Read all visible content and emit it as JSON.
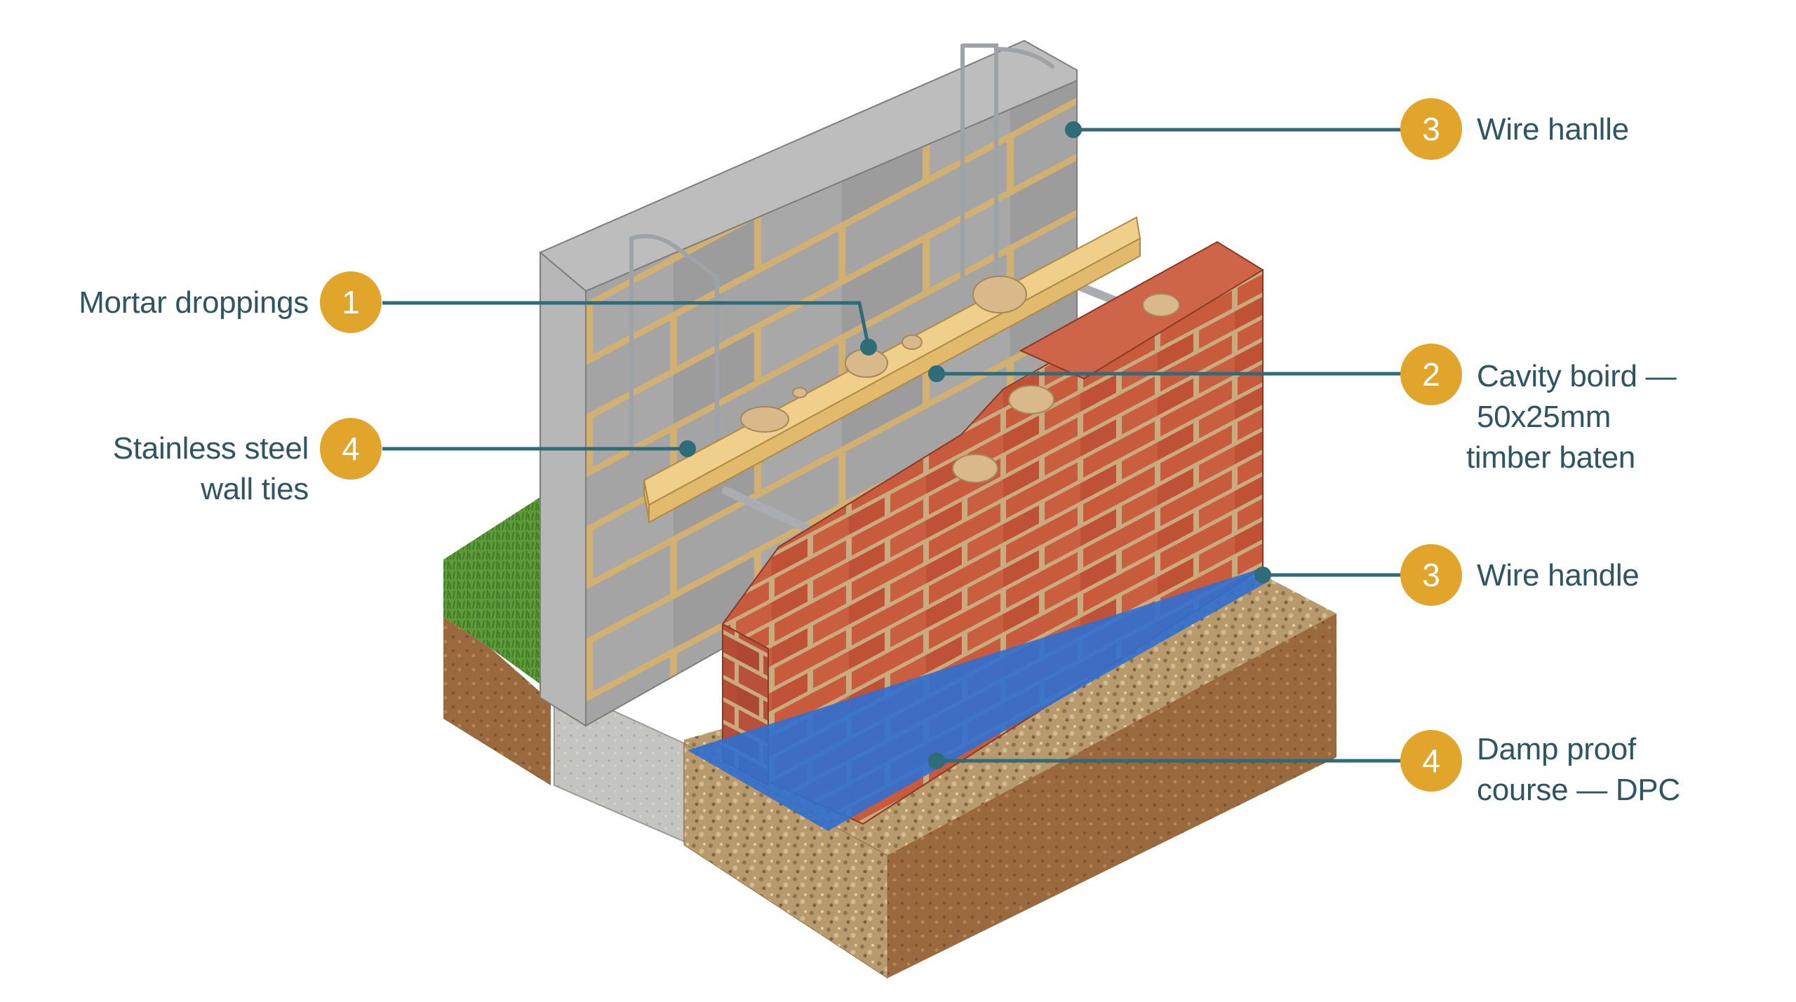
{
  "callouts": [
    {
      "id": "mortar",
      "number": "1",
      "lines": [
        "Mortar droppings"
      ]
    },
    {
      "id": "ties",
      "number": "4",
      "lines": [
        "Stainless steel",
        "wall ties"
      ]
    },
    {
      "id": "wire-top",
      "number": "3",
      "lines": [
        "Wire hanlle"
      ]
    },
    {
      "id": "cavity",
      "number": "2",
      "lines": [
        "Cavity boird —",
        "50x25mm",
        "timber baten"
      ]
    },
    {
      "id": "wire-low",
      "number": "3",
      "lines": [
        "Wire handle"
      ]
    },
    {
      "id": "dpc",
      "number": "4",
      "lines": [
        "Damp proof",
        "course — DPC"
      ]
    }
  ],
  "colors": {
    "badge": "#e2a52c",
    "leader": "#2f6b78",
    "label_text": "#2f5563",
    "brick": "#c65a3c",
    "block": "#a9a9a9",
    "timber": "#e8c37a",
    "dpc": "#2f6fd0",
    "grass": "#5f9a3a",
    "soil": "#8b5e34"
  }
}
